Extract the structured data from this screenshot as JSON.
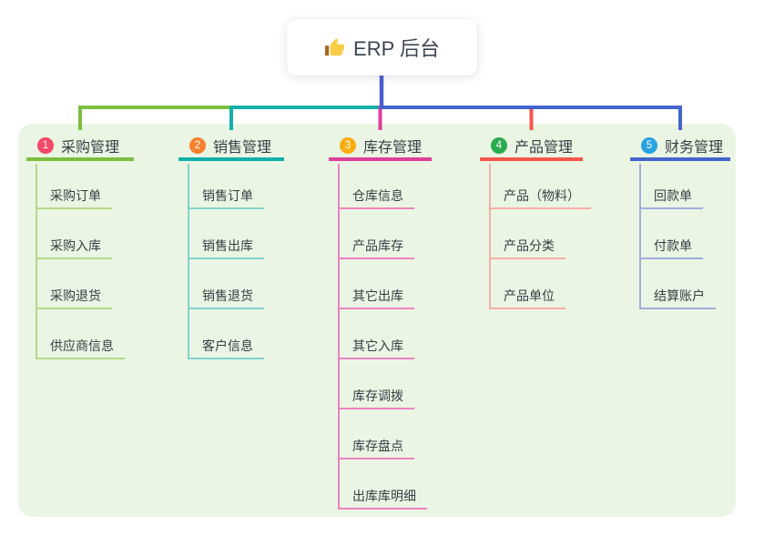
{
  "root": {
    "icon": "thumbs-up-icon",
    "label": "ERP 后台"
  },
  "colors": {
    "page_bg": "#ffffff",
    "panel_bg": "#eaf6e3",
    "trunk": "#4a5ed0",
    "root_text": "#3b4553",
    "node_text": "#363d45"
  },
  "branches": [
    {
      "index": "1",
      "label": "采购管理",
      "badge_color": "#f54868",
      "line_color": "#7cbf3f",
      "child_line_color": "#b5d98a",
      "children": [
        "采购订单",
        "采购入库",
        "采购退货",
        "供应商信息"
      ]
    },
    {
      "index": "2",
      "label": "销售管理",
      "badge_color": "#f8802f",
      "line_color": "#12b0aa",
      "child_line_color": "#82d3cc",
      "children": [
        "销售订单",
        "销售出库",
        "销售退货",
        "客户信息"
      ]
    },
    {
      "index": "3",
      "label": "库存管理",
      "badge_color": "#fcae10",
      "line_color": "#df3e9b",
      "child_line_color": "#ee82c2",
      "children": [
        "仓库信息",
        "产品库存",
        "其它出库",
        "其它入库",
        "库存调拨",
        "库存盘点",
        "出库库明细"
      ]
    },
    {
      "index": "4",
      "label": "产品管理",
      "badge_color": "#2bab50",
      "line_color": "#f7564b",
      "child_line_color": "#f9ada6",
      "children": [
        "产品（物料）",
        "产品分类",
        "产品单位"
      ]
    },
    {
      "index": "5",
      "label": "财务管理",
      "badge_color": "#27a2e2",
      "line_color": "#4365cd",
      "child_line_color": "#9fadde",
      "children": [
        "回款单",
        "付款单",
        "结算账户"
      ]
    }
  ]
}
